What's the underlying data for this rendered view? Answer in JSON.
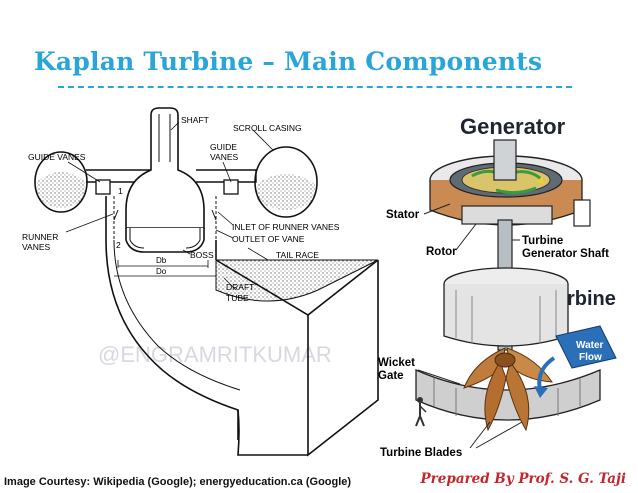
{
  "slide": {
    "title": "Kaplan Turbine – Main Components",
    "credit": "Image Courtesy: Wikipedia (Google); energyeducation.ca (Google)",
    "author": "Prepared By Prof. S. G. Taji"
  },
  "left_diagram": {
    "labels": {
      "shaft": "SHAFT",
      "scroll_casing": "SCROLL CASING",
      "guide_vanes_left": "GUIDE VANES",
      "guide_vanes_right_1": "GUIDE",
      "guide_vanes_right_2": "VANES",
      "runner_vanes_1": "RUNNER",
      "runner_vanes_2": "VANES",
      "inlet": "INLET OF RUNNER VANES",
      "outlet": "OUTLET OF VANE",
      "boss": "BOSS",
      "tail_race": "TAIL RACE",
      "draft_1": "DRAFT",
      "draft_2": "TUBE",
      "mark_1": "1",
      "mark_2": "2",
      "db": "Db",
      "do": "Do"
    },
    "watermark": "@ENGRAMRITKUMAR"
  },
  "right_diagram": {
    "labels": {
      "generator": "Generator",
      "stator": "Stator",
      "rotor": "Rotor",
      "shaft_1": "Turbine",
      "shaft_2": "Generator Shaft",
      "turbine": "Turbine",
      "water_1": "Water",
      "water_2": "Flow",
      "wicket_1": "Wicket",
      "wicket_2": "Gate",
      "blades": "Turbine Blades"
    }
  }
}
